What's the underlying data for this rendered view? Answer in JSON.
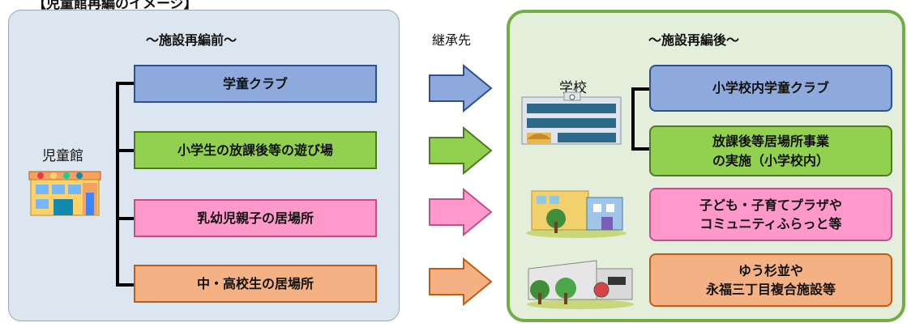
{
  "header": "【児童館再編のイメージ】",
  "left_panel": {
    "title": "～施設再編前～",
    "source_label": "児童館",
    "items": [
      {
        "label": "学童クラブ"
      },
      {
        "label": "小学生の放課後等の遊び場"
      },
      {
        "label": "乳幼児親子の居場所"
      },
      {
        "label": "中・高校生の居場所"
      }
    ]
  },
  "middle": {
    "label": "継承先"
  },
  "right_panel": {
    "title": "～施設再編後～",
    "school_label": "学校",
    "items": [
      {
        "line1": "小学校内学童クラブ",
        "line2": ""
      },
      {
        "line1": "放課後等居場所事業",
        "line2": "の実施（小学校内）"
      },
      {
        "line1": "子ども・子育てプラザや",
        "line2": "コミュニティふらっと等"
      },
      {
        "line1": "ゆう杉並や",
        "line2": "永福三丁目複合施設等"
      }
    ]
  },
  "colors": {
    "blue": "#8ea9db",
    "green": "#92d050",
    "pink": "#ff99cc",
    "orange": "#f4b183",
    "panel_border": "#72ad46"
  },
  "icons": [
    "children-center-building-icon",
    "school-building-icon",
    "plaza-building-icon",
    "community-facility-icon",
    "right-arrow-icon"
  ]
}
